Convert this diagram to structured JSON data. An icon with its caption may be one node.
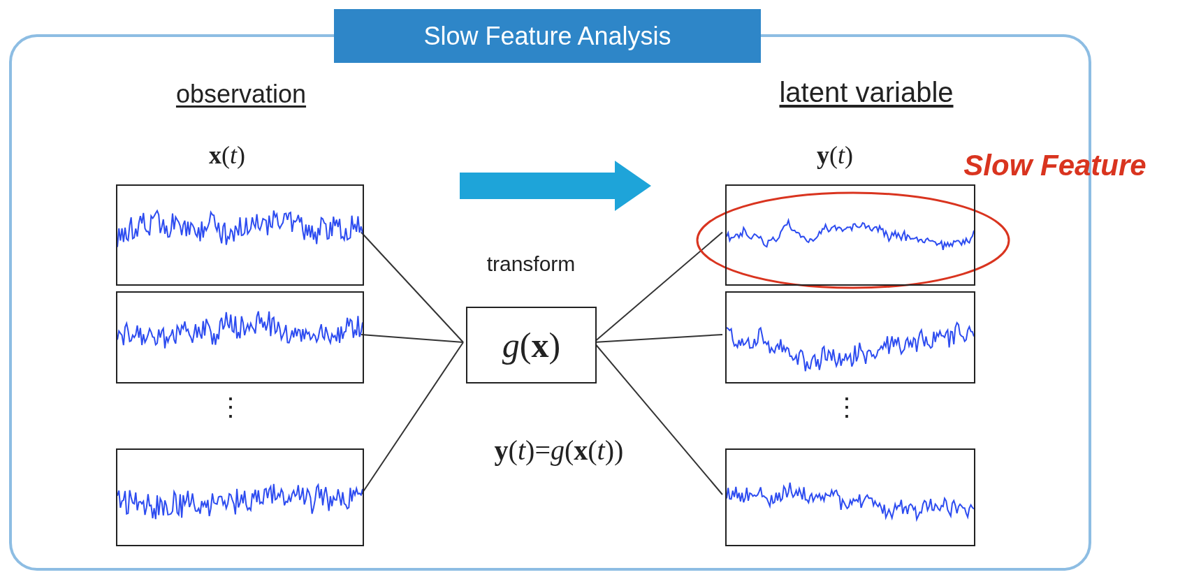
{
  "diagram": {
    "nodes": [
      {
        "text": [
          "Slow Feature Analysis"
        ]
      },
      {
        "text": [],
        "shape": "box",
        "in": 0
      },
      {
        "text": [],
        "shape": "box",
        "in": 0
      },
      {
        "text": [],
        "shape": "box",
        "in": 0
      },
      {
        "text": [
          "*g*(**x**)"
        ],
        "in": 0
      },
      {
        "text": [],
        "shape": "box",
        "in": 0
      },
      {
        "text": [],
        "shape": "box",
        "in": 0
      },
      {
        "text": [],
        "shape": "box",
        "in": 0
      }
    ],
    "edges": [
      {
        "from": 1,
        "to": 4,
        "arrow": "none"
      },
      {
        "from": 2,
        "to": 4,
        "arrow": "none"
      },
      {
        "from": 3,
        "to": 4,
        "arrow": "none"
      },
      {
        "from": 4,
        "to": 5,
        "arrow": "none"
      },
      {
        "from": 4,
        "to": 6,
        "arrow": "none"
      },
      {
        "from": 4,
        "to": 7,
        "arrow": "none"
      }
    ],
    "labels": [
      "observation",
      "latent variable",
      "**x**(*t*)",
      "**y**(*t*)",
      "Slow Feature",
      "transform",
      "⋮",
      "⋮",
      "**y**(*t*)=*g*(**x**(*t*))"
    ]
  }
}
